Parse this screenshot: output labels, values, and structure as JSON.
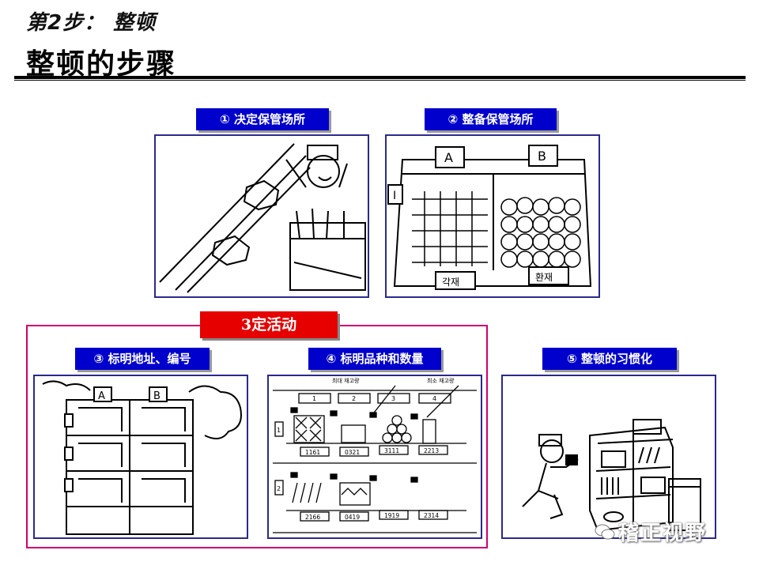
{
  "header": {
    "step": "第2步： 整顿",
    "title": "整顿的步骤"
  },
  "steps": [
    {
      "label": "① 决定保管场所"
    },
    {
      "label": "② 整备保管场所"
    },
    {
      "label": "③ 标明地址、编号"
    },
    {
      "label": "④ 标明品种和数量"
    },
    {
      "label": "⑤ 整顿的习惯化"
    }
  ],
  "activities_label": "3定活动",
  "illustrations": {
    "bin_labels": [
      "A",
      "B"
    ],
    "side_label": "I",
    "bottom_labels": [
      "각재",
      "환재"
    ],
    "shelf_letters": [
      "A",
      "B"
    ],
    "column_numbers": [
      "1",
      "2",
      "3",
      "4"
    ],
    "row_numbers": [
      "1",
      "2"
    ],
    "row1_codes": [
      "1161",
      "0321",
      "3111",
      "2213"
    ],
    "row2_codes": [
      "2166",
      "0419",
      "1919",
      "2314"
    ],
    "notes": [
      "최대 재고량",
      "최소 재고량"
    ]
  },
  "watermark": "稽正视野",
  "colors": {
    "label_bg": "#0000cc",
    "activity_bg": "#e60000",
    "activity_border": "#d0006f"
  }
}
